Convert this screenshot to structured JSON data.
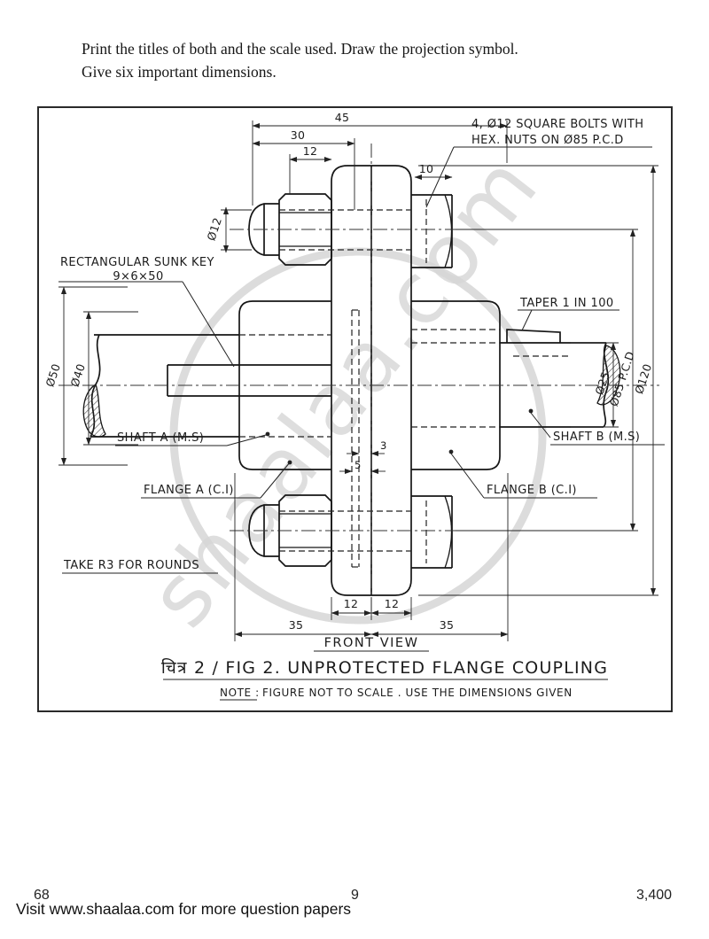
{
  "page": {
    "instruction_line1": "Print the titles of both and the scale used. Draw the projection symbol.",
    "instruction_line2": "Give six important dimensions."
  },
  "figure": {
    "labels": {
      "bolts_note_line1": "4, Ø12 SQUARE BOLTS WITH",
      "bolts_note_line2": "HEX. NUTS ON Ø85 P.C.D",
      "key_note_line1": "RECTANGULAR SUNK KEY",
      "key_note_line2": "9×6×50",
      "taper": "TAPER 1 IN 100",
      "shaft_a": "SHAFT A (M.S)",
      "shaft_b": "SHAFT B (M.S)",
      "flange_a": "FLANGE A (C.I)",
      "flange_b": "FLANGE B (C.I)",
      "rounds_note": "TAKE R3 FOR ROUNDS",
      "view_name": "FRONT VIEW",
      "title": "चित्र 2 / FIG 2. UNPROTECTED FLANGE COUPLING",
      "note_label": "NOTE :",
      "note_text": "FIGURE NOT TO SCALE . USE THE DIMENSIONS GIVEN"
    },
    "dimensions": {
      "top_45": "45",
      "top_30": "30",
      "top_12": "12",
      "top_10": "10",
      "bolt_dia": "Ø12",
      "shaft_a_od": "Ø50",
      "shaft_a_bore": "Ø40",
      "shaft_b_dia": "Ø25",
      "pcd": "Ø85 P.C.D",
      "flange_od": "Ø120",
      "center_3": "3",
      "center_5": "5",
      "bottom_12_left": "12",
      "bottom_12_right": "12",
      "bottom_35_left": "35",
      "bottom_35_right": "35"
    },
    "watermark": "shaalaa.com"
  },
  "footer": {
    "page_left": "68",
    "page_center": "9",
    "page_right": "3,400",
    "visit_text": "Visit www.shaalaa.com for more question papers"
  }
}
